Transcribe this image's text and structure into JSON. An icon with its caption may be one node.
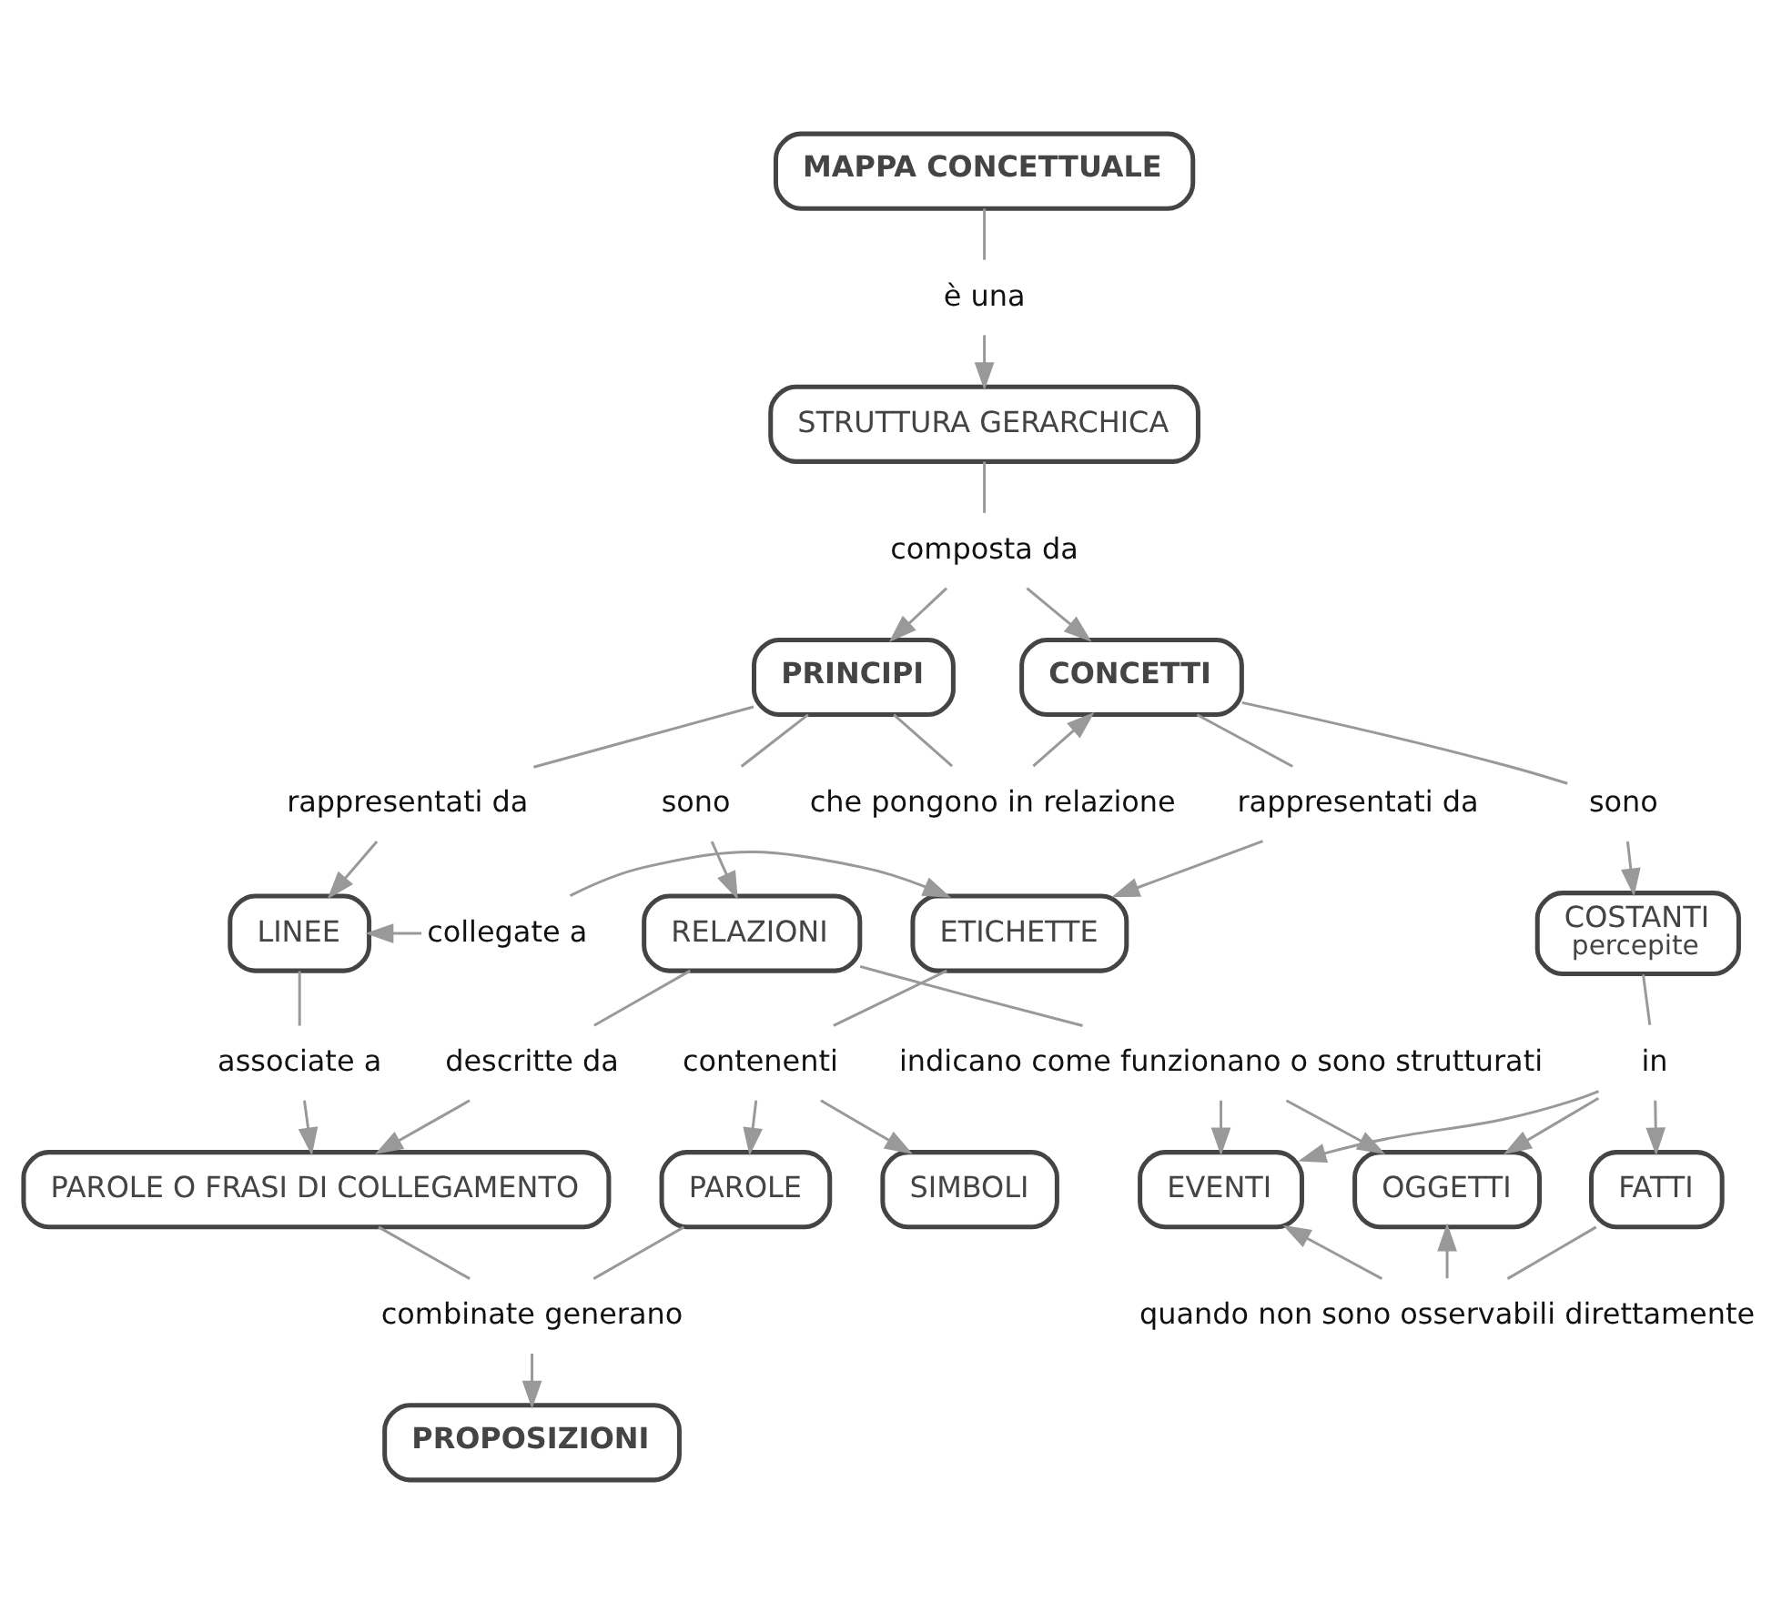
{
  "diagram": {
    "nodes": [
      {
        "text": [
          "MAPPA CONCETTUALE"
        ]
      },
      {
        "text": [
          "è una"
        ]
      },
      {
        "text": [
          "STRUTTURA GERARCHICA"
        ]
      },
      {
        "text": [
          "composta da"
        ]
      },
      {
        "text": [
          "PRINCIPI"
        ]
      },
      {
        "text": [
          "CONCETTI"
        ]
      },
      {
        "text": [
          "che pongono in relazione"
        ]
      },
      {
        "text": [
          "sono"
        ]
      },
      {
        "text": [
          "rappresentati da"
        ]
      },
      {
        "text": [
          "rappresentati da"
        ]
      },
      {
        "text": [
          "sono"
        ]
      },
      {
        "text": [
          "RELAZIONI"
        ]
      },
      {
        "text": [
          "LINEE"
        ]
      },
      {
        "text": [
          "collegate a"
        ]
      },
      {
        "text": [
          "ETICHETTE"
        ]
      },
      {
        "text": [
          "COSTANTI",
          "percepite"
        ]
      },
      {
        "text": [
          "descritte da"
        ]
      },
      {
        "text": [
          "associate a"
        ]
      },
      {
        "text": [
          "contenenti"
        ]
      },
      {
        "text": [
          "PAROLE O FRASI DI COLLEGAMENTO"
        ]
      },
      {
        "text": [
          "PAROLE"
        ]
      },
      {
        "text": [
          "SIMBOLI"
        ]
      },
      {
        "text": [
          "in"
        ]
      },
      {
        "text": [
          "combinate generano"
        ]
      },
      {
        "text": [
          "EVENTI"
        ]
      },
      {
        "text": [
          "FATTI"
        ]
      },
      {
        "text": [
          "OGGETTI"
        ]
      },
      {
        "text": [
          "PROPOSIZIONI"
        ]
      },
      {
        "text": [
          "quando non sono osservabili direttamente"
        ]
      },
      {
        "text": [
          "indicano come funzionano o sono strutturati"
        ]
      }
    ],
    "edges": [
      {
        "from": 0,
        "to": 1,
        "arrow": "none"
      },
      {
        "from": 1,
        "to": 2,
        "arrow": "to"
      },
      {
        "from": 2,
        "to": 3,
        "arrow": "none"
      },
      {
        "from": 3,
        "to": 4,
        "arrow": "to"
      },
      {
        "from": 3,
        "to": 5,
        "arrow": "to"
      },
      {
        "from": 4,
        "to": 6,
        "arrow": "none"
      },
      {
        "from": 6,
        "to": 5,
        "arrow": "to"
      },
      {
        "from": 4,
        "to": 7,
        "arrow": "none"
      },
      {
        "from": 7,
        "to": 11,
        "arrow": "to"
      },
      {
        "from": 4,
        "to": 8,
        "arrow": "none"
      },
      {
        "from": 8,
        "to": 12,
        "arrow": "to"
      },
      {
        "from": 5,
        "to": 9,
        "arrow": "none"
      },
      {
        "from": 9,
        "to": 14,
        "arrow": "to"
      },
      {
        "from": 5,
        "to": 10,
        "arrow": "none"
      },
      {
        "from": 10,
        "to": 15,
        "arrow": "to"
      },
      {
        "from": 13,
        "to": 12,
        "arrow": "to"
      },
      {
        "from": 13,
        "to": 14,
        "arrow": "to"
      },
      {
        "from": 11,
        "to": 16,
        "arrow": "none"
      },
      {
        "from": 16,
        "to": 19,
        "arrow": "to"
      },
      {
        "from": 12,
        "to": 17,
        "arrow": "none"
      },
      {
        "from": 17,
        "to": 19,
        "arrow": "to"
      },
      {
        "from": 14,
        "to": 18,
        "arrow": "none"
      },
      {
        "from": 18,
        "to": 20,
        "arrow": "to"
      },
      {
        "from": 18,
        "to": 21,
        "arrow": "to"
      },
      {
        "from": 15,
        "to": 22,
        "arrow": "none"
      },
      {
        "from": 22,
        "to": 24,
        "arrow": "to"
      },
      {
        "from": 22,
        "to": 25,
        "arrow": "to"
      },
      {
        "from": 22,
        "to": 26,
        "arrow": "to"
      },
      {
        "from": 19,
        "to": 23,
        "arrow": "none"
      },
      {
        "from": 20,
        "to": 23,
        "arrow": "none"
      },
      {
        "from": 23,
        "to": 27,
        "arrow": "to"
      },
      {
        "from": 25,
        "to": 28,
        "arrow": "none"
      },
      {
        "from": 28,
        "to": 24,
        "arrow": "to"
      },
      {
        "from": 28,
        "to": 26,
        "arrow": "to"
      },
      {
        "from": 11,
        "to": 29,
        "arrow": "none"
      },
      {
        "from": 29,
        "to": 24,
        "arrow": "to"
      },
      {
        "from": 29,
        "to": 26,
        "arrow": "to"
      }
    ]
  }
}
